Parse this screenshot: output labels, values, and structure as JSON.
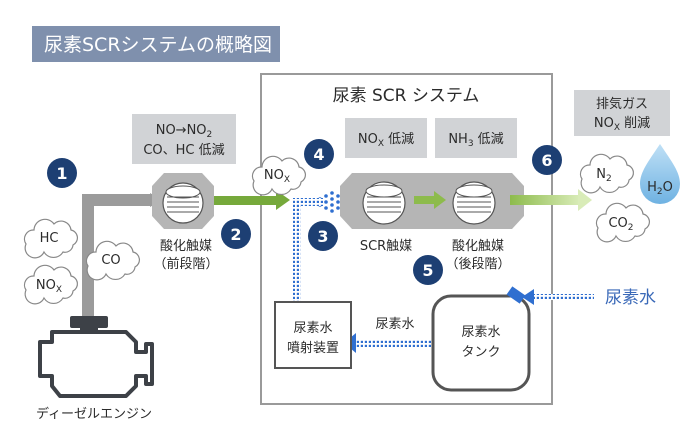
{
  "title": "尿素SCRシステムの概略図",
  "system_label": "尿素 SCR システム",
  "engine": {
    "label": "ディーゼルエンジン"
  },
  "steps": [
    {
      "number": "1"
    },
    {
      "number": "2"
    },
    {
      "number": "3"
    },
    {
      "number": "4"
    },
    {
      "number": "5"
    },
    {
      "number": "6"
    }
  ],
  "gas_clouds": {
    "hc": "HC",
    "nox_left": {
      "base": "NO",
      "sub": "X"
    },
    "co": "CO",
    "nox_mid": {
      "base": "NO",
      "sub": "X"
    },
    "n2": {
      "base": "N",
      "sub": "2"
    },
    "co2": {
      "base": "CO",
      "sub": "2"
    },
    "h2o": {
      "base": "H",
      "sub": "2",
      "tail": "O"
    }
  },
  "boxes": {
    "box1": {
      "line1_base": "NO→NO",
      "line1_sub": "2",
      "line2": "CO、HC 低減"
    },
    "box4": {
      "base": "NO",
      "sub": "X",
      "tail": " 低減"
    },
    "box5": {
      "base": "NH",
      "sub": "3",
      "tail": " 低減"
    },
    "box6": {
      "line1": "排気ガス",
      "line2_base": "NO",
      "line2_sub": "X",
      "line2_tail": " 削減"
    }
  },
  "catalysts": {
    "ox_front": {
      "line1": "酸化触媒",
      "line2": "（前段階）"
    },
    "scr": {
      "line1": "SCR触媒"
    },
    "ox_rear": {
      "line1": "酸化触媒",
      "line2": "（後段階）"
    }
  },
  "injector": {
    "line1": "尿素水",
    "line2": "噴射装置"
  },
  "tank": {
    "line1": "尿素水",
    "line2": "タンク"
  },
  "flow_labels": {
    "tank_to_injector": "尿素水",
    "urea_supply": "尿素水"
  },
  "colors": {
    "title_bg": "#7f90ad",
    "step_circle": "#1d3f73",
    "box_bg": "#d1d3d6",
    "gray_pipe": "#9b9b9b",
    "green_arrow": "#76a93b",
    "blue_flow": "#2f6fd0",
    "supply_text": "#3a69b8"
  }
}
